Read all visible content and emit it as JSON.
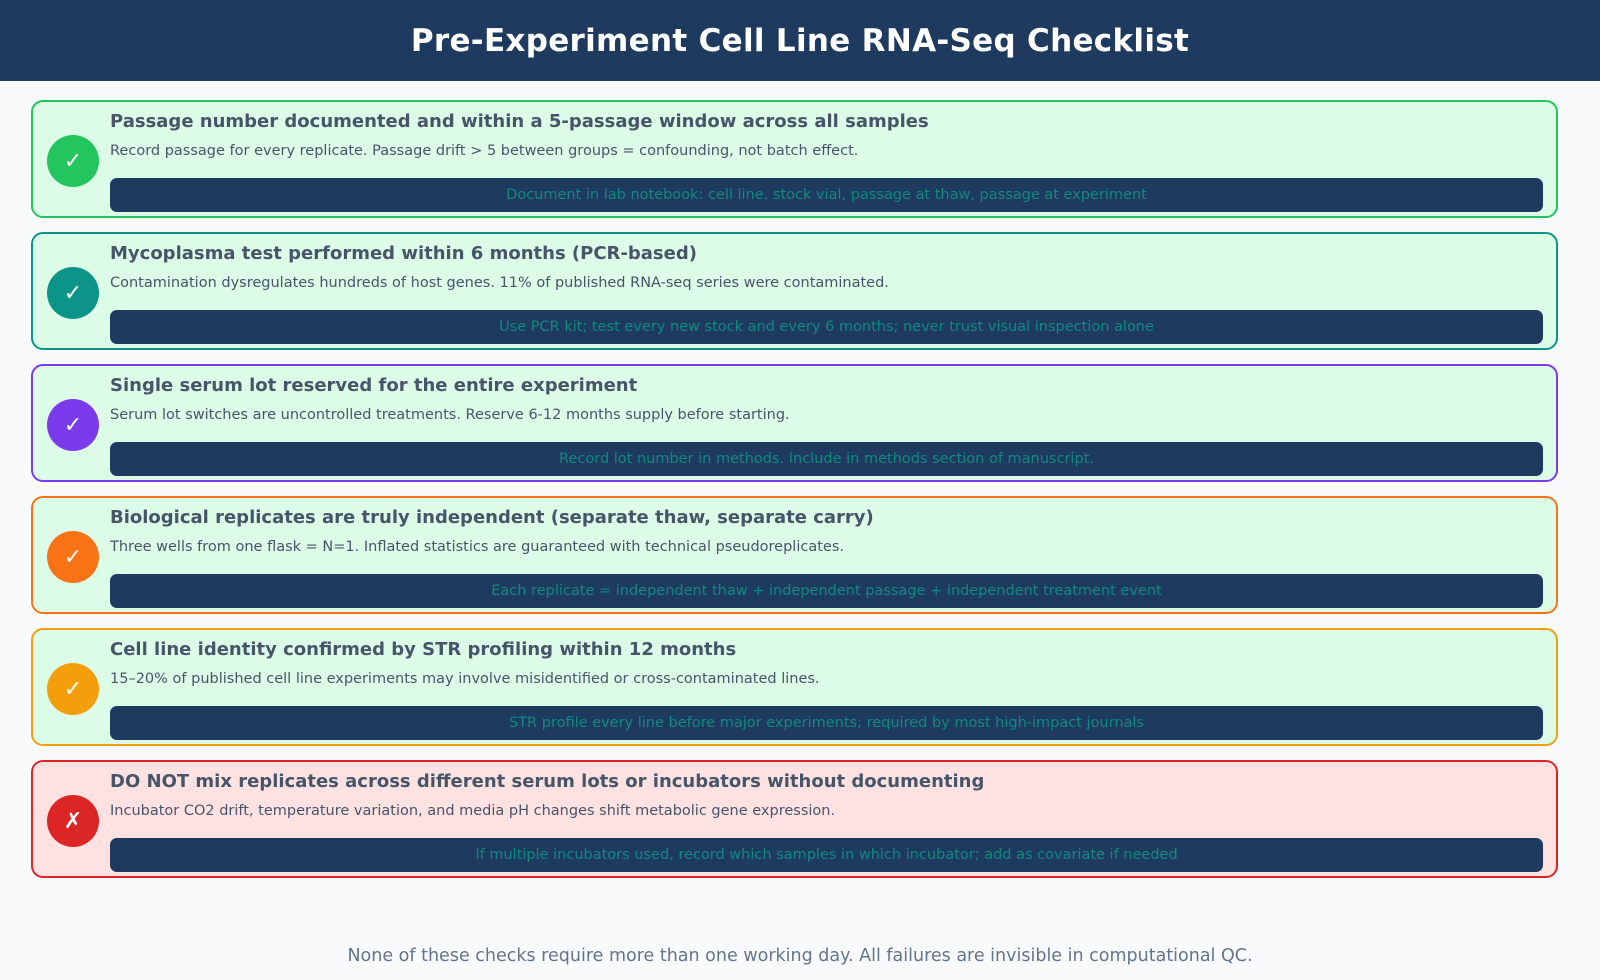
{
  "header": {
    "title": "Pre-Experiment Cell Line RNA-Seq Checklist"
  },
  "items": [
    {
      "status": "pass",
      "icon": "✓",
      "icon_name": "check-icon",
      "border_color": "#22c55e",
      "circle_color": "#22c55e",
      "bg_color": "#dcfce7",
      "title": "Passage number documented and within a 5-passage window across all samples",
      "description": "Record passage for every replicate. Passage drift > 5 between groups = confounding, not batch effect.",
      "action": "Document in lab notebook: cell line, stock vial, passage at thaw, passage at experiment"
    },
    {
      "status": "pass",
      "icon": "✓",
      "icon_name": "check-icon",
      "border_color": "#0d9488",
      "circle_color": "#0d9488",
      "bg_color": "#dcfce7",
      "title": "Mycoplasma test performed within 6 months (PCR-based)",
      "description": "Contamination dysregulates hundreds of host genes. 11% of published RNA-seq series were contaminated.",
      "action": "Use PCR kit; test every new stock and every 6 months; never trust visual inspection alone"
    },
    {
      "status": "pass",
      "icon": "✓",
      "icon_name": "check-icon",
      "border_color": "#7c3aed",
      "circle_color": "#7c3aed",
      "bg_color": "#dcfce7",
      "title": "Single serum lot reserved for the entire experiment",
      "description": "Serum lot switches are uncontrolled treatments. Reserve 6-12 months supply before starting.",
      "action": "Record lot number in methods. Include in methods section of manuscript."
    },
    {
      "status": "pass",
      "icon": "✓",
      "icon_name": "check-icon",
      "border_color": "#f97316",
      "circle_color": "#f97316",
      "bg_color": "#dcfce7",
      "title": "Biological replicates are truly independent (separate thaw, separate carry)",
      "description": "Three wells from one flask = N=1. Inflated statistics are guaranteed with technical pseudoreplicates.",
      "action": "Each replicate = independent thaw + independent passage + independent treatment event"
    },
    {
      "status": "pass",
      "icon": "✓",
      "icon_name": "check-icon",
      "border_color": "#f59e0b",
      "circle_color": "#f59e0b",
      "bg_color": "#dcfce7",
      "title": "Cell line identity confirmed by STR profiling within 12 months",
      "description": "15–20% of published cell line experiments may involve misidentified or cross-contaminated lines.",
      "action": "STR profile every line before major experiments; required by most high-impact journals"
    },
    {
      "status": "fail",
      "icon": "✗",
      "icon_name": "cross-icon",
      "border_color": "#dc2626",
      "circle_color": "#dc2626",
      "bg_color": "#fee2e2",
      "title": "DO NOT mix replicates across different serum lots or incubators without documenting",
      "description": "Incubator CO2 drift, temperature variation, and media pH changes shift metabolic gene expression.",
      "action": "If multiple incubators used, record which samples in which incubator; add as covariate if needed"
    }
  ],
  "footer": {
    "note": "None of these checks require more than one working day. All failures are invisible in computational QC."
  }
}
